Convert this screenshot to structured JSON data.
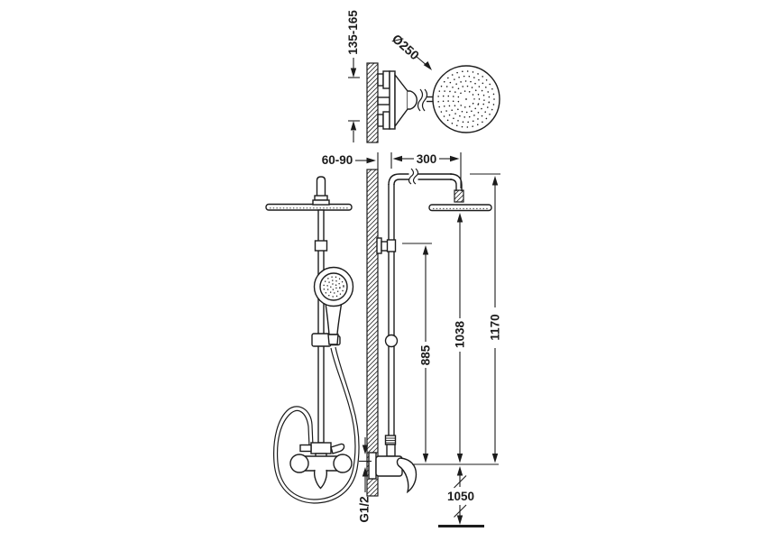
{
  "labels": {
    "supply_spacing": "135-165",
    "head_diameter": "Ø250",
    "wall_offset": "60-90",
    "arm_projection": "300",
    "handshower_outlet_height": "885",
    "head_underside_height": "1038",
    "column_total_height": "1170",
    "mixer_install_height": "1050",
    "connection_thread": "G1/2"
  },
  "colors": {
    "line": "#1c1c1c",
    "background": "#ffffff"
  }
}
